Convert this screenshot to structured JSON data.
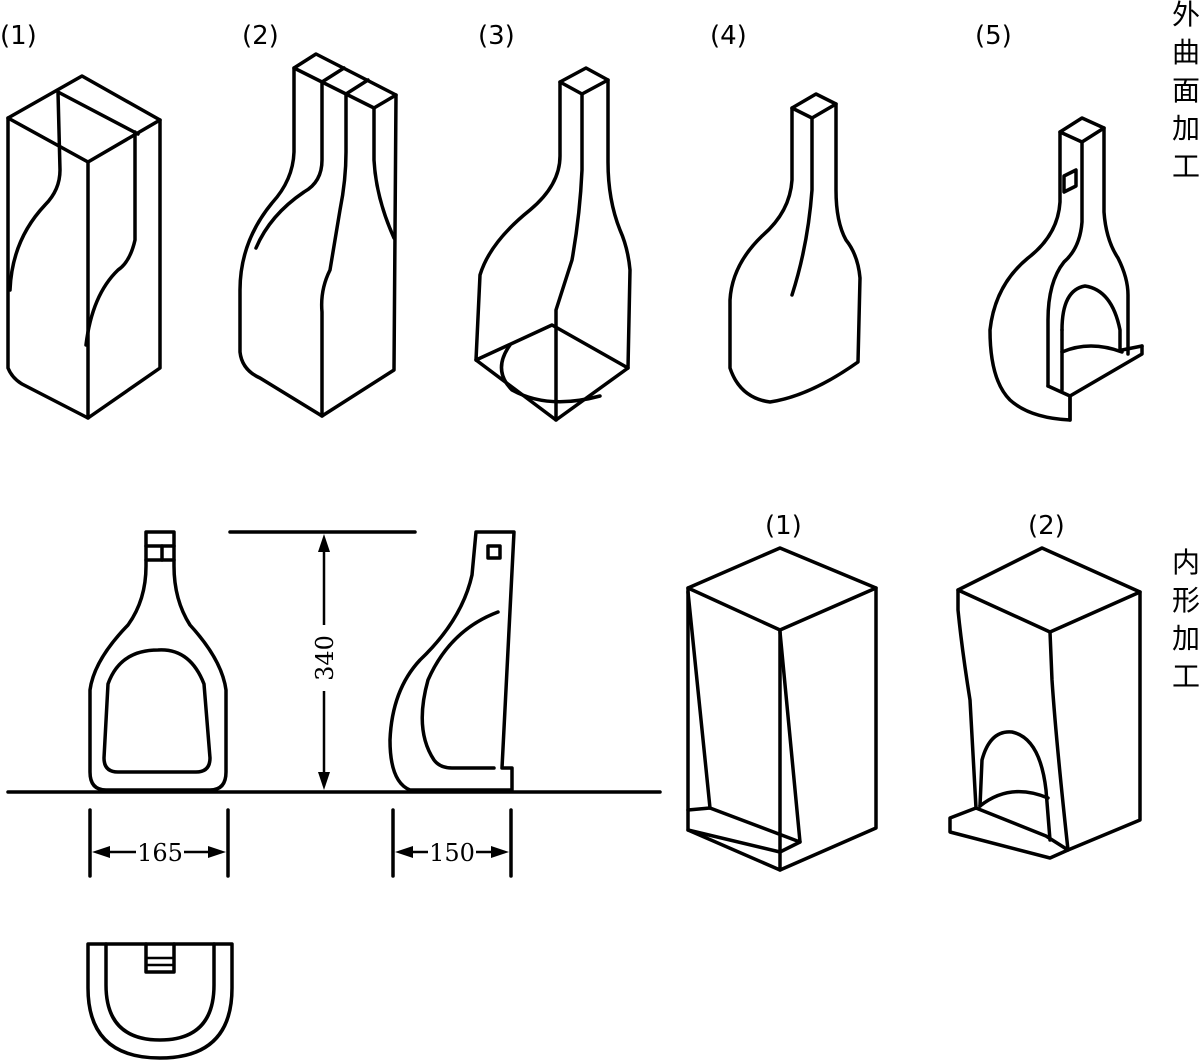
{
  "outer_section": {
    "title_chars": [
      "外",
      "曲",
      "面",
      "加",
      "工"
    ],
    "step_labels": [
      "(1)",
      "(2)",
      "(3)",
      "(4)",
      "(5)"
    ]
  },
  "inner_section": {
    "title_chars": [
      "内",
      "形",
      "加",
      "工"
    ],
    "step_labels": [
      "(1)",
      "(2)"
    ]
  },
  "dimensions": {
    "height": "340",
    "front_width": "165",
    "side_width": "150"
  }
}
